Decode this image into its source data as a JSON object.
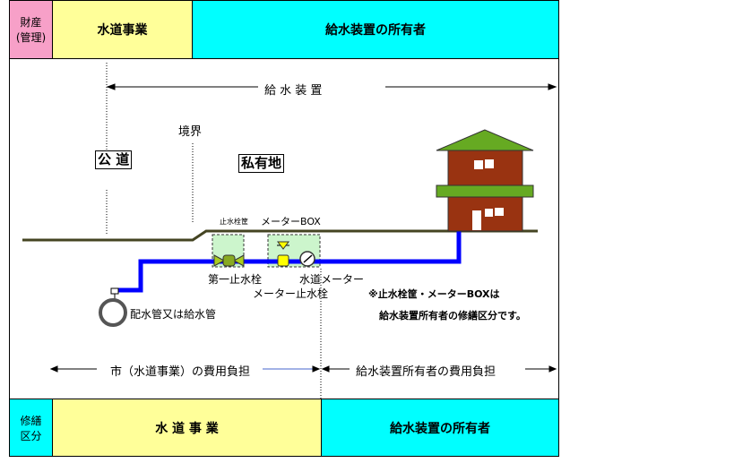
{
  "header": {
    "row_label": "財産\n(管理)",
    "left": "水道事業",
    "right": "給水装置の所有者"
  },
  "footer": {
    "row_label": "修繕\n区分",
    "left": "水 道 事 業",
    "right": "給水装置の所有者"
  },
  "diagram": {
    "supply_device": "給 水 装 置",
    "boundary": "境界",
    "public_road": "公 道",
    "private_land": "私有地",
    "stopcock_box": "止水栓筐",
    "meter_box": "メーターBOX",
    "first_stopcock": "第一止水栓",
    "water_meter": "水道メーター",
    "meter_stopcock": "メーター止水栓",
    "main_pipe": "配水管又は給水管",
    "note_line1": "※止水栓筐・メーターBOXは",
    "note_line2": "給水装置所有者の修繕区分です。",
    "cost_city": "市（水道事業）の費用負担",
    "cost_owner": "給水装置所有者の費用負担"
  },
  "colors": {
    "pink": "#f7a0c8",
    "yellow": "#ffff99",
    "cyan": "#00ffff",
    "pipe": "#0000ff",
    "roof": "#66aa22",
    "house": "#993311",
    "box": "#ccf5cc"
  }
}
